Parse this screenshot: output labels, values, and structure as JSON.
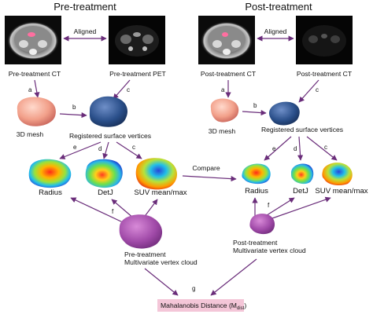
{
  "headers": {
    "pre": "Pre-treatment",
    "post": "Post-treatment"
  },
  "pre": {
    "aligned": "Aligned",
    "ct_label": "Pre-treatment CT",
    "pet_label": "Pre-treatment PET",
    "mesh_label": "3D mesh",
    "registered_label": "Registered surface vertices",
    "radius": "Radius",
    "detj": "DetJ",
    "suv": "SUV mean/max",
    "cloud_line1": "Pre-treatment",
    "cloud_line2": "Multivariate vertex cloud"
  },
  "post": {
    "aligned": "Aligned",
    "ct_label": "Post-treatment CT",
    "ct2_label": "Post-treatment CT",
    "mesh_label": "3D mesh",
    "registered_label": "Registered surface vertices",
    "radius": "Radius",
    "detj": "DetJ",
    "suv": "SUV mean/max",
    "cloud_line1": "Post-treatment",
    "cloud_line2": "Multivariate vertex cloud"
  },
  "compare": "Compare",
  "letters": {
    "a": "a",
    "b": "b",
    "c": "c",
    "d": "d",
    "e": "e",
    "f": "f",
    "g": "g"
  },
  "result": "Mahalanobis Distance (M",
  "result_sub": "dist",
  "result_close": ")",
  "colors": {
    "arrow": "#6a2d7a",
    "result_bg": "#f4c6d8",
    "mesh_pink": "#f2a08a",
    "mesh_blue": "#2a4f8a",
    "cloud_purple": "#a04aa8"
  }
}
